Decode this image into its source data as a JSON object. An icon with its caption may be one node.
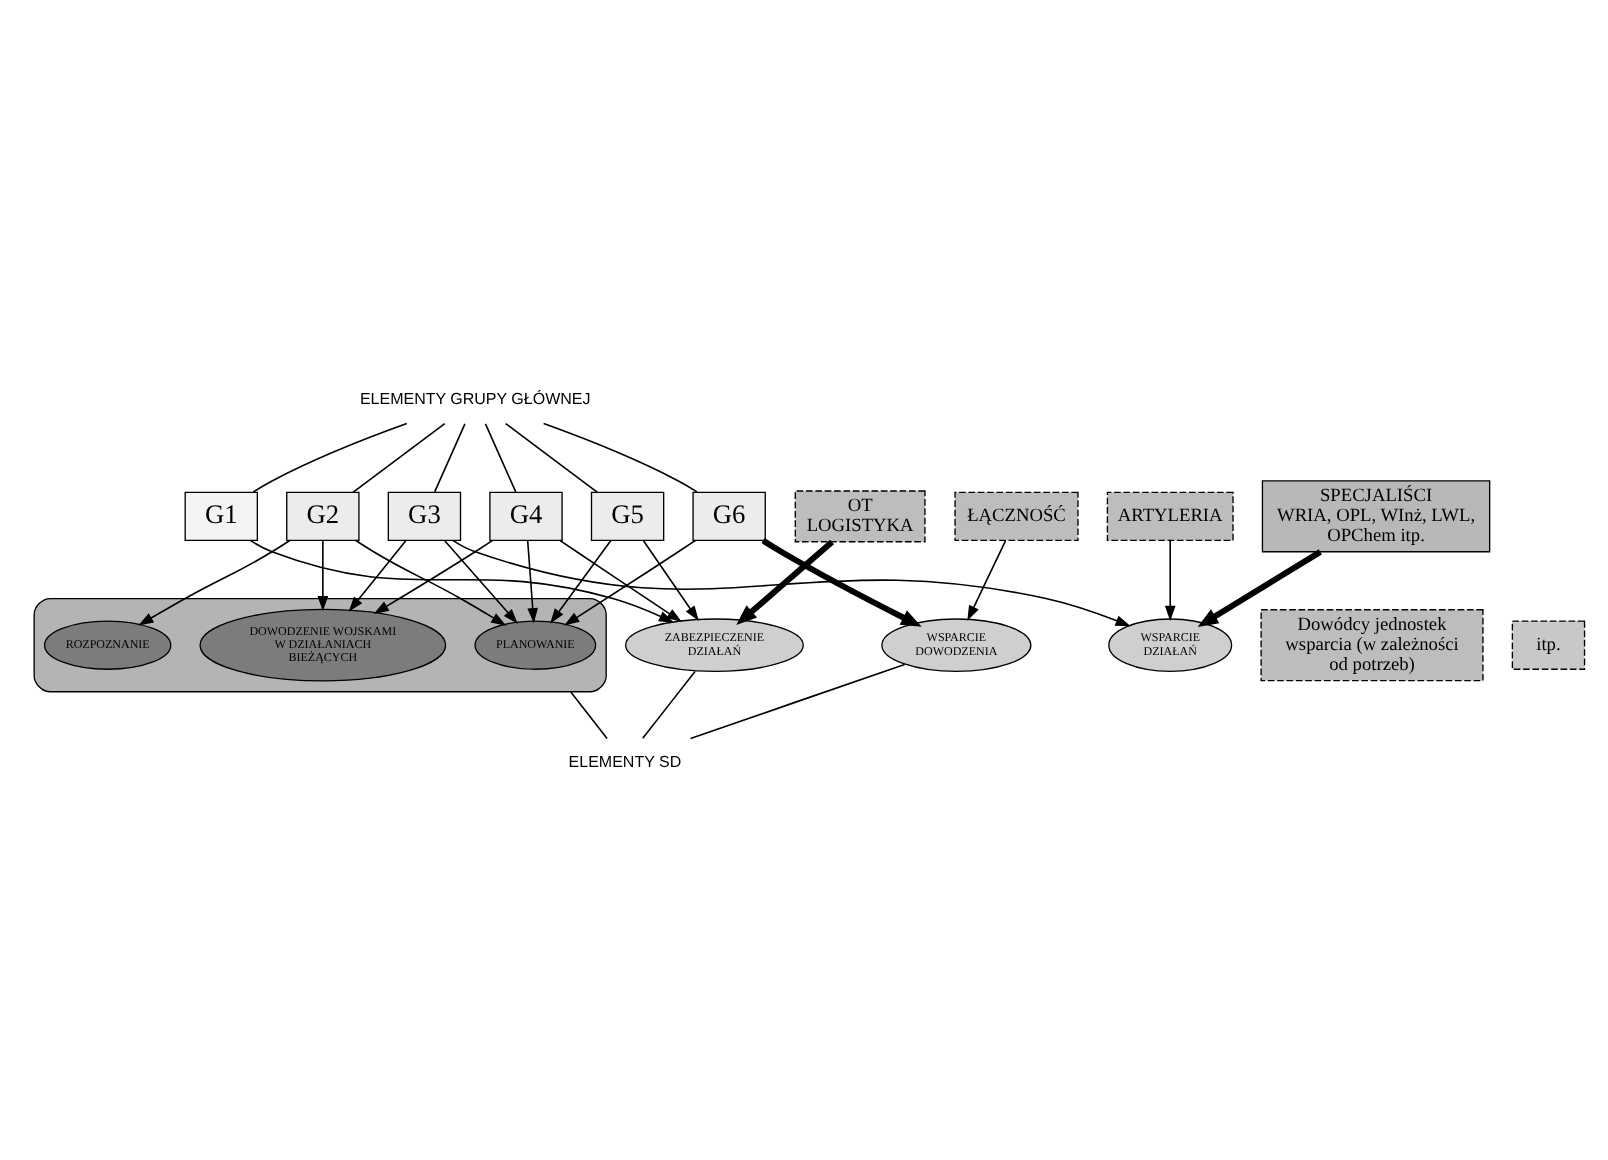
{
  "diagram": {
    "nodes": [
      {
        "text": [
          "ELEMENTY GRUPY GŁÓWNEJ"
        ]
      },
      {
        "text": [
          "G1"
        ]
      },
      {
        "text": [
          "G2"
        ]
      },
      {
        "text": [
          "G3"
        ]
      },
      {
        "text": [
          "G4"
        ]
      },
      {
        "text": [
          "G5"
        ]
      },
      {
        "text": [
          "G6"
        ]
      },
      {
        "text": [],
        "shape": "ellipse"
      },
      {
        "text": [
          "PLANOWANIE"
        ],
        "in": 7
      },
      {
        "text": [
          "ROZPOZNANIE"
        ],
        "in": 7
      },
      {
        "text": [
          "DOWODZENIE WOJSKAMI W DZIAŁANIACH BIEŻĄCYCH"
        ],
        "in": 7
      },
      {
        "text": [
          "ZABEZPIECZENIE DZIAŁAŃ"
        ]
      },
      {
        "text": [
          "WSPARCIE DZIAŁAŃ"
        ]
      },
      {
        "text": [
          "WSPARCIE DOWODZENIA"
        ]
      },
      {
        "text": [
          "Dowódcy jednostek wsparcia (w zależności od potrzeb)"
        ]
      },
      {
        "text": [
          "OT",
          "LOGISTYKA"
        ]
      },
      {
        "text": [
          "ŁĄCZNOŚĆ"
        ]
      },
      {
        "text": [
          "ARTYLERIA"
        ]
      },
      {
        "text": [
          "itp."
        ]
      },
      {
        "text": [
          "ELEMENTY SD"
        ]
      },
      {
        "text": [
          "SPECJALIŚCI",
          "WRIA, OPL, WInż, LWL, OPChem itp."
        ]
      }
    ],
    "edges": [
      {
        "from": 0,
        "to": 1,
        "arrow": "none"
      },
      {
        "from": 0,
        "to": 2,
        "arrow": "none"
      },
      {
        "from": 0,
        "to": 3,
        "arrow": "none"
      },
      {
        "from": 0,
        "to": 4,
        "arrow": "none"
      },
      {
        "from": 0,
        "to": 5,
        "arrow": "none"
      },
      {
        "from": 0,
        "to": 6,
        "arrow": "none"
      },
      {
        "from": 1,
        "to": 11,
        "arrow": "to"
      },
      {
        "from": 2,
        "to": 8,
        "arrow": "to"
      },
      {
        "from": 2,
        "to": 10,
        "arrow": "to"
      },
      {
        "from": 2,
        "to": 9,
        "arrow": "to"
      },
      {
        "from": 3,
        "to": 8,
        "arrow": "to"
      },
      {
        "from": 3,
        "to": 10,
        "arrow": "to"
      },
      {
        "from": 3,
        "to": 12,
        "arrow": "to"
      },
      {
        "from": 4,
        "to": 8,
        "arrow": "to"
      },
      {
        "from": 4,
        "to": 10,
        "arrow": "to"
      },
      {
        "from": 4,
        "to": 11,
        "arrow": "to"
      },
      {
        "from": 5,
        "to": 8,
        "arrow": "to"
      },
      {
        "from": 5,
        "to": 11,
        "arrow": "to"
      },
      {
        "from": 6,
        "to": 8,
        "arrow": "to"
      },
      {
        "from": 6,
        "to": 13,
        "arrow": "to",
        "style": "thick"
      },
      {
        "from": 15,
        "to": 11,
        "arrow": "to",
        "style": "thick"
      },
      {
        "from": 16,
        "to": 13,
        "arrow": "to"
      },
      {
        "from": 17,
        "to": 12,
        "arrow": "to"
      },
      {
        "from": 20,
        "to": 12,
        "arrow": "to",
        "style": "thick"
      },
      {
        "from": 19,
        "to": 7,
        "arrow": "none"
      },
      {
        "from": 19,
        "to": 11,
        "arrow": "none"
      },
      {
        "from": 19,
        "to": 13,
        "arrow": "none"
      }
    ]
  }
}
